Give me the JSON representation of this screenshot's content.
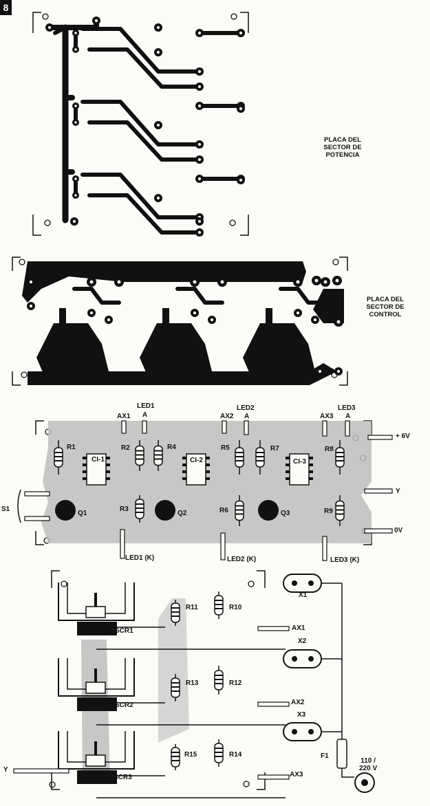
{
  "figure_number": "8",
  "boards": {
    "power": {
      "caption": "PLACA DEL\nSECTOR DE\nPOTENCIA"
    },
    "control": {
      "caption": "PLACA DEL\nSECTOR DE\nCONTROL"
    }
  },
  "control_layout": {
    "terminals": {
      "plus6v": "+ 6V",
      "y": "Y",
      "zero_v": "0V",
      "s1": "S1",
      "led1": "LED1",
      "led2": "LED2",
      "led3": "LED3",
      "anode": "A",
      "ax1": "AX1",
      "ax2": "AX2",
      "ax3": "AX3",
      "led1k": "LED1 (K)",
      "led2k": "LED2 (K)",
      "led3k": "LED3 (K)"
    },
    "resistors": [
      "R1",
      "R2",
      "R3",
      "R4",
      "R5",
      "R6",
      "R7",
      "R8",
      "R9"
    ],
    "ics": [
      "CI-1",
      "CI-2",
      "CI-3"
    ],
    "transistors": [
      "Q1",
      "Q2",
      "Q3"
    ]
  },
  "power_layout": {
    "outlets": [
      "X1",
      "X2",
      "X3"
    ],
    "scrs": [
      "SCR1",
      "SCR2",
      "SCR3"
    ],
    "resistors": [
      "R11",
      "R10",
      "R13",
      "R12",
      "R15",
      "R14"
    ],
    "inputs": [
      "AX1",
      "AX2",
      "AX3"
    ],
    "y": "Y",
    "fuse": "F1",
    "mains": "110 /\n220 V"
  },
  "colors": {
    "ink": "#111111",
    "copper_shade": "#bdbdbd",
    "paper": "#fbfbf8"
  }
}
